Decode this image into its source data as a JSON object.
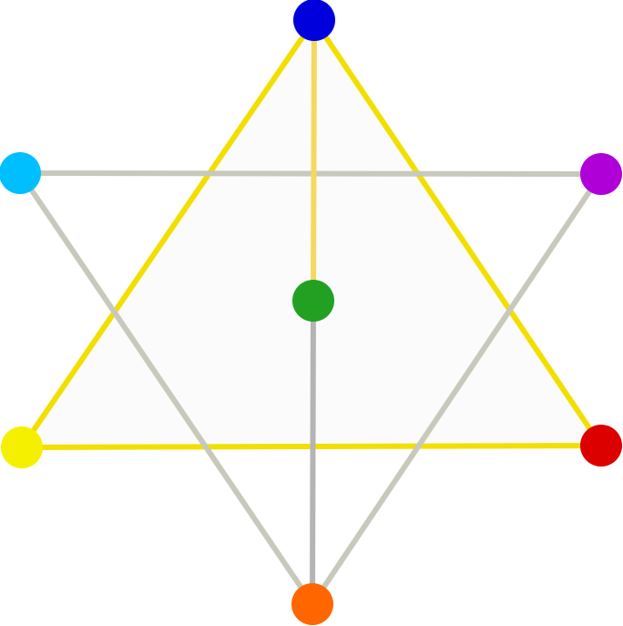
{
  "diagram": {
    "type": "hexagram-color-diagram",
    "nodes": [
      {
        "id": "blue",
        "color": "#0000dd"
      },
      {
        "id": "purple",
        "color": "#b000d8"
      },
      {
        "id": "red",
        "color": "#dd0000"
      },
      {
        "id": "orange",
        "color": "#ff6600"
      },
      {
        "id": "yellow",
        "color": "#f5f000"
      },
      {
        "id": "cyan",
        "color": "#00bfff"
      },
      {
        "id": "green",
        "color": "#22a022"
      }
    ],
    "edges": [
      {
        "from": "blue",
        "to": "red",
        "color": "#f2df00"
      },
      {
        "from": "red",
        "to": "yellow",
        "color": "#f2df00"
      },
      {
        "from": "yellow",
        "to": "blue",
        "color": "#f2df00"
      },
      {
        "from": "cyan",
        "to": "purple",
        "color": "#c8c8bc"
      },
      {
        "from": "purple",
        "to": "orange",
        "color": "#c8c8bc"
      },
      {
        "from": "orange",
        "to": "cyan",
        "color": "#c8c8bc"
      },
      {
        "from": "blue",
        "to": "green",
        "color": "#f5d860"
      },
      {
        "from": "green",
        "to": "orange",
        "color": "#b4b4b4"
      }
    ],
    "fill_color": "#fbfbfb"
  }
}
